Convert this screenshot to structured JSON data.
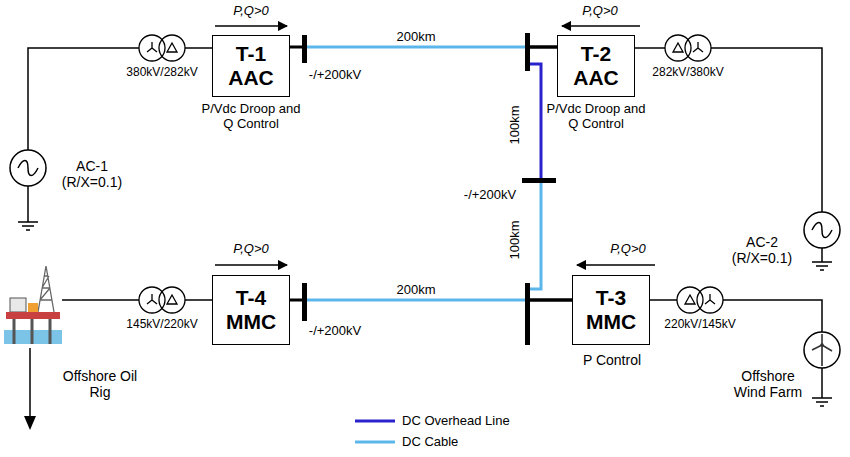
{
  "diagram": {
    "nodes": [
      {
        "text": [
          "T-1",
          "AAC"
        ]
      },
      {
        "text": [
          "T-2",
          "AAC"
        ]
      },
      {
        "text": [
          "T-4",
          "MMC"
        ]
      },
      {
        "text": [
          "T-3",
          "MMC"
        ]
      }
    ],
    "edges": [
      {
        "from": 0,
        "to": 1,
        "arrow": "none",
        "label": "200km"
      },
      {
        "from": 1,
        "to": 3,
        "arrow": "none"
      },
      {
        "from": 2,
        "to": 3,
        "arrow": "none",
        "label": "200km"
      }
    ],
    "labels": [
      "P,Q>0",
      "P,Q>0",
      "380kV/282kV",
      "282kV/380kV",
      "-/+200kV",
      "AC-1 (R/X=0.1)",
      "P/Vdc Droop and Q Control",
      "P/Vdc Droop and Q Control",
      "100km",
      "-/+200kV",
      "AC-2 (R/X=0.1)",
      "100km",
      "P,Q>0",
      "P,Q>0",
      "145kV/220kV",
      "220kV/145kV",
      "-/+200kV",
      "P Control",
      "Offshore Oil Rig",
      "Offshore Wind Farm"
    ],
    "legend": [
      {
        "text": "DC Overhead Line"
      },
      {
        "text": "DC Cable"
      }
    ]
  }
}
